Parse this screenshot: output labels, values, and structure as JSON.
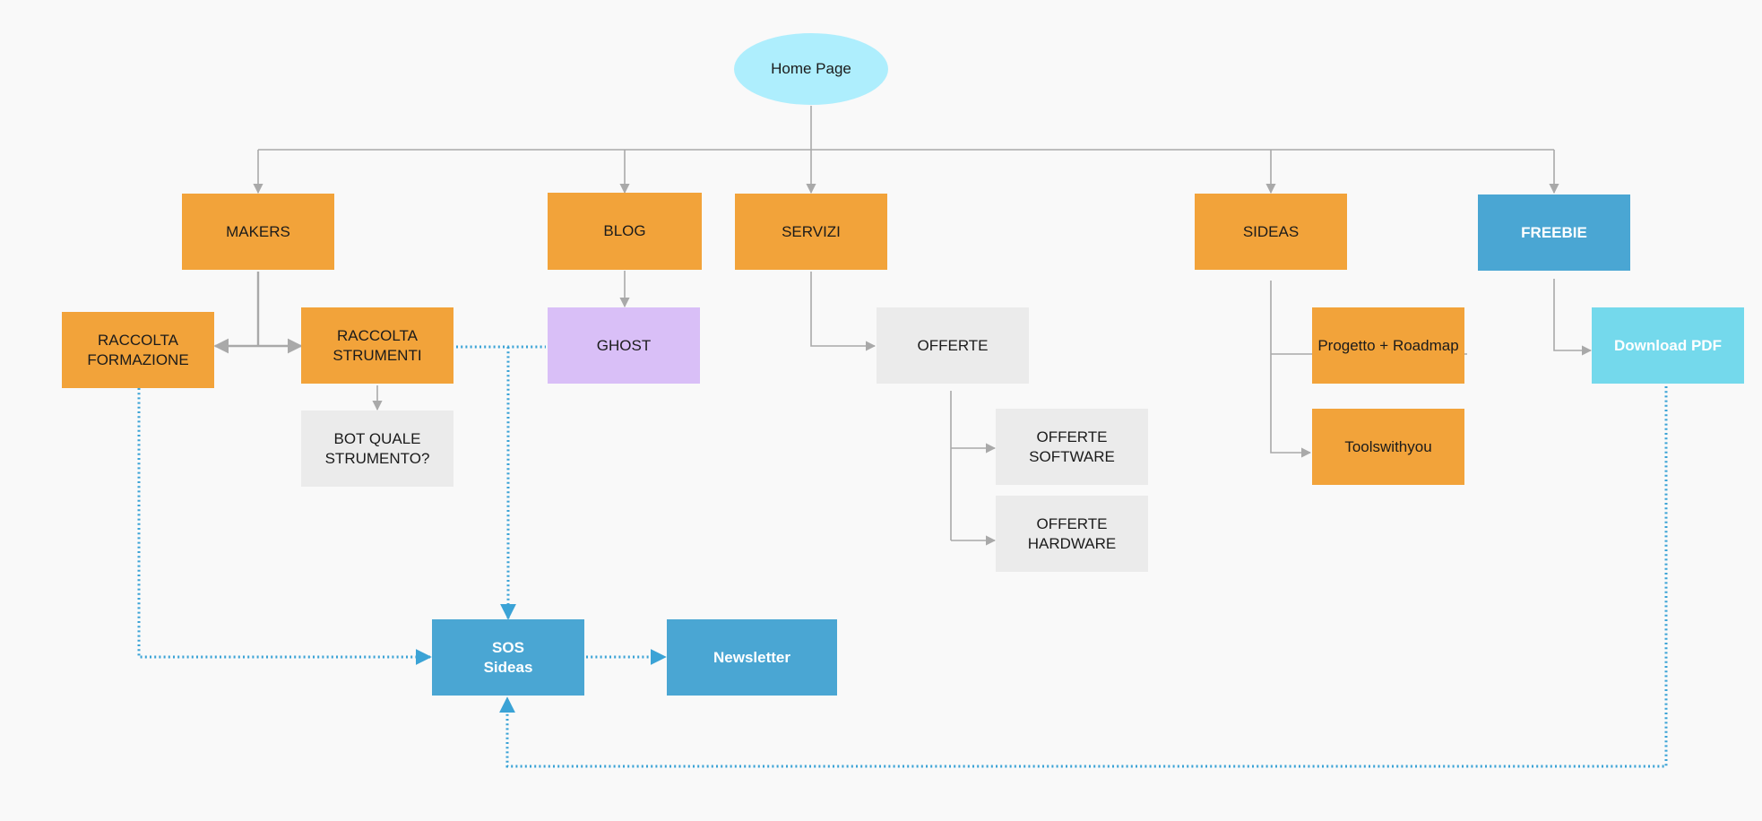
{
  "nodes": {
    "home": "Home Page",
    "makers": "MAKERS",
    "blog": "BLOG",
    "servizi": "SERVIZI",
    "sideas": "SIDEAS",
    "freebie": "FREEBIE",
    "raccolta_formazione": "RACCOLTA\nFORMAZIONE",
    "raccolta_strumenti": "RACCOLTA\nSTRUMENTI",
    "ghost": "GHOST",
    "offerte": "OFFERTE",
    "progetto_roadmap": "Progetto + Roadmap",
    "download_pdf": "Download PDF",
    "bot_quale_strumento": "BOT QUALE\nSTRUMENTO?",
    "offerte_software": "OFFERTE\nSOFTWARE",
    "offerte_hardware": "OFFERTE\nHARDWARE",
    "toolswithyou": "Toolswithyou",
    "sos_sideas": "SOS\nSideas",
    "newsletter": "Newsletter"
  },
  "colors": {
    "orange": "#f2a33a",
    "blue": "#4aa6d3",
    "cyan": "#74d9ec",
    "gray": "#ebebeb",
    "purple": "#d9bff7",
    "home_ellipse": "#aeeefd",
    "connector_gray": "#a9a9a9",
    "connector_dotted_blue": "#3ba3d6"
  }
}
